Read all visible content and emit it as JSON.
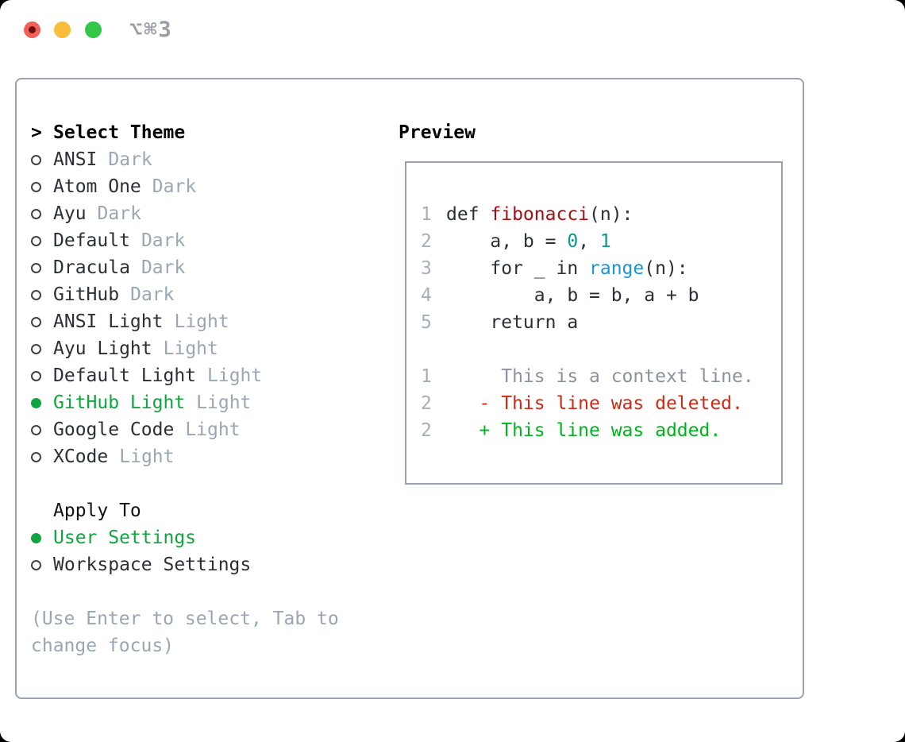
{
  "window": {
    "title": "⌥⌘3",
    "traffic_lights": [
      "close",
      "minimize",
      "zoom"
    ]
  },
  "theme_panel": {
    "header": {
      "marker": ">",
      "label": "Select Theme"
    },
    "themes": [
      {
        "name": "ANSI",
        "variant": "Dark",
        "selected": false
      },
      {
        "name": "Atom One",
        "variant": "Dark",
        "selected": false
      },
      {
        "name": "Ayu",
        "variant": "Dark",
        "selected": false
      },
      {
        "name": "Default",
        "variant": "Dark",
        "selected": false
      },
      {
        "name": "Dracula",
        "variant": "Dark",
        "selected": false
      },
      {
        "name": "GitHub",
        "variant": "Dark",
        "selected": false
      },
      {
        "name": "ANSI Light",
        "variant": "Light",
        "selected": false
      },
      {
        "name": "Ayu Light",
        "variant": "Light",
        "selected": false
      },
      {
        "name": "Default Light",
        "variant": "Light",
        "selected": false
      },
      {
        "name": "GitHub Light",
        "variant": "Light",
        "selected": true
      },
      {
        "name": "Google Code",
        "variant": "Light",
        "selected": false
      },
      {
        "name": "XCode",
        "variant": "Light",
        "selected": false
      }
    ],
    "apply_to": {
      "label": "Apply To",
      "options": [
        {
          "name": "User Settings",
          "selected": true
        },
        {
          "name": "Workspace Settings",
          "selected": false
        }
      ]
    },
    "hint_line1": "(Use Enter to select, Tab to",
    "hint_line2": "change focus)"
  },
  "preview": {
    "title": "Preview",
    "code_lines": [
      {
        "num": "1",
        "seg1": "def ",
        "seg2": "fibonacci",
        "seg3": "(n):"
      },
      {
        "num": "2",
        "seg1": "    a, b = ",
        "seg2": "0",
        "seg3": ", ",
        "seg4": "1"
      },
      {
        "num": "3",
        "seg1": "    for _ in ",
        "seg2": "range",
        "seg3": "(n):"
      },
      {
        "num": "4",
        "seg1": "        a, b = b, a + b"
      },
      {
        "num": "5",
        "seg1": "    return a"
      }
    ],
    "diff_lines": [
      {
        "num": "1",
        "kind": "context",
        "text": "     This is a context line."
      },
      {
        "num": "2",
        "kind": "deleted",
        "text": "   - This line was deleted."
      },
      {
        "num": "2",
        "kind": "added",
        "text": "   + This line was added."
      }
    ]
  },
  "colors": {
    "selection_green": "#10a53f",
    "added_green": "#00b41e",
    "deleted_red": "#cc2a14",
    "function_red": "#a40e12",
    "number_teal": "#0d9494",
    "builtin_blue": "#1796d2",
    "muted_gray": "#9ba6b3",
    "border_gray": "#99a2ae",
    "traffic_red": "#f3605a",
    "traffic_yellow": "#f7bd3b",
    "traffic_green": "#33c748"
  }
}
